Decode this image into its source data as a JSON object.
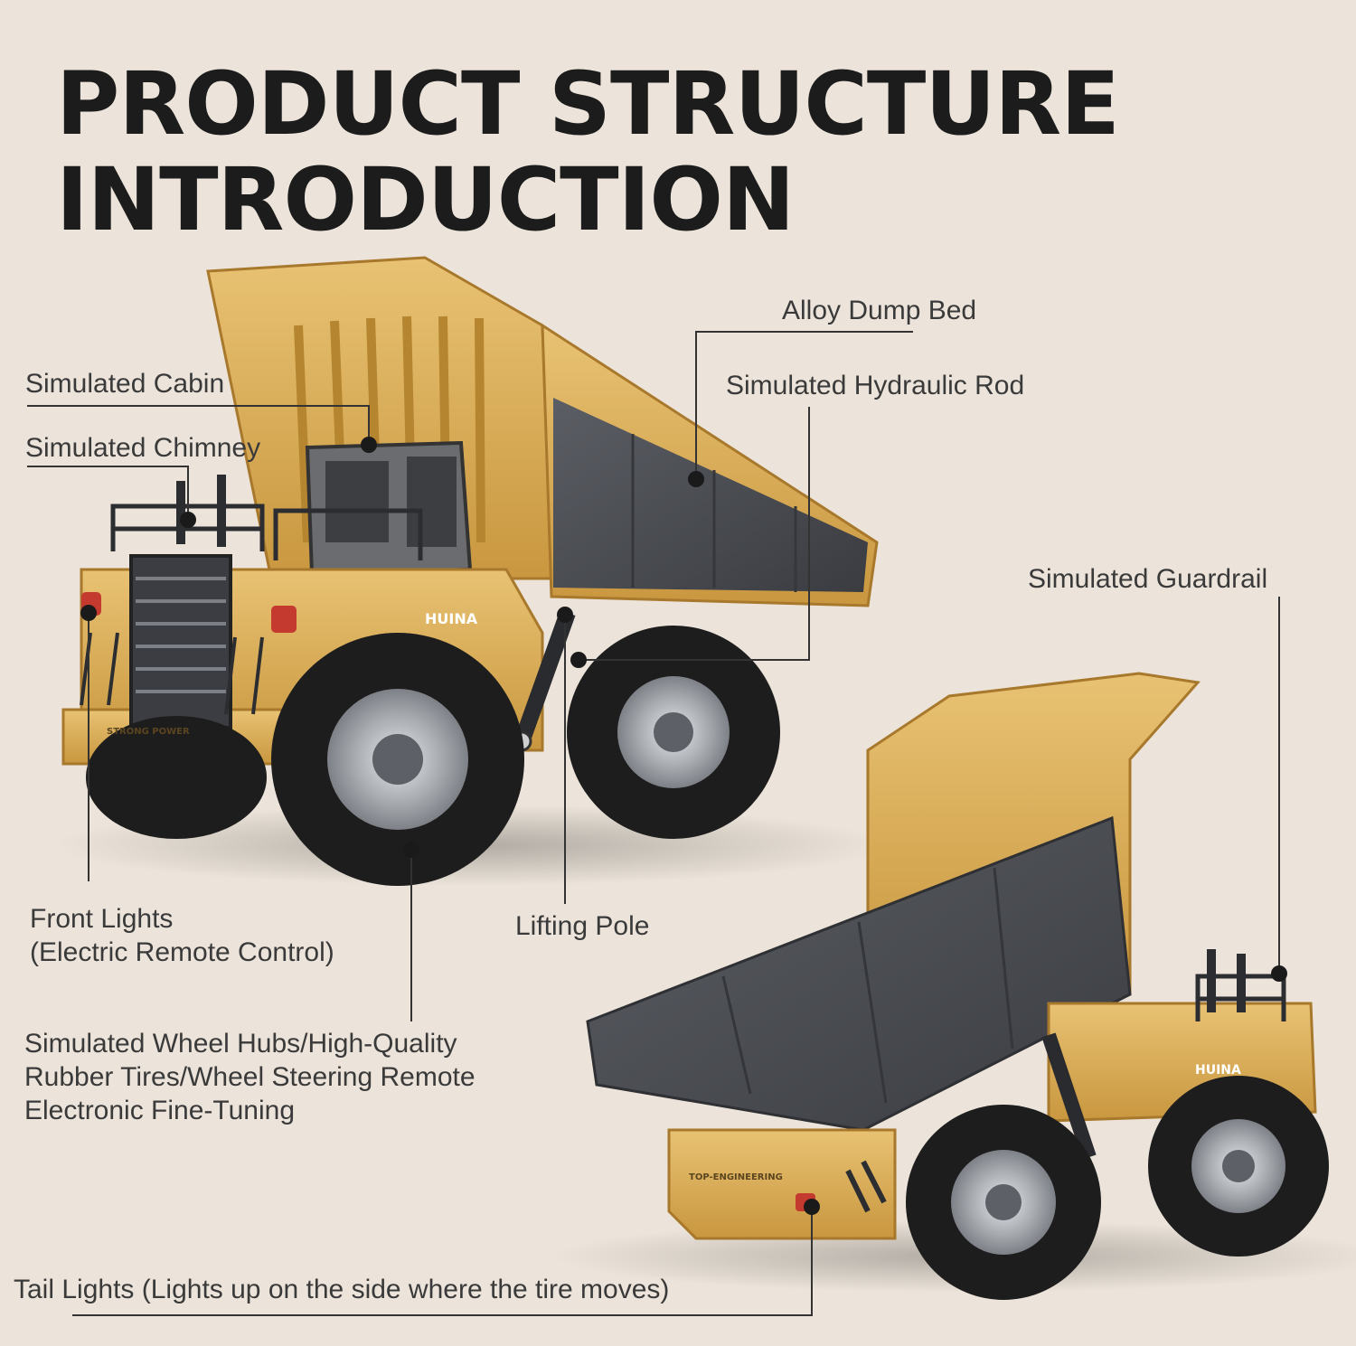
{
  "title": {
    "line1": "PRODUCT STRUCTURE",
    "line2": "INTRODUCTION"
  },
  "callouts": {
    "alloy_dump_bed": "Alloy Dump Bed",
    "simulated_cabin": "Simulated Cabin",
    "simulated_hydraulic_rod": "Simulated Hydraulic Rod",
    "simulated_chimney": "Simulated Chimney",
    "simulated_guardrail": "Simulated Guardrail",
    "front_lights": {
      "line1": "Front Lights",
      "line2": "(Electric Remote Control)"
    },
    "lifting_pole": "Lifting Pole",
    "wheel_hubs": {
      "line1": "Simulated Wheel Hubs/High-Quality",
      "line2": "Rubber Tires/Wheel Steering Remote",
      "line3": "Electronic Fine-Tuning"
    },
    "tail_lights": "Tail Lights (Lights up on the side where the tire moves)"
  },
  "truck_decals": {
    "brand_front": "HUINA",
    "bumper_front": "STRONG POWER",
    "brand_rear": "HUINA",
    "bumper_rear": "TOP-ENGINEERING"
  },
  "colors": {
    "background": "#ece4da",
    "truck_yellow": "#d9ad52",
    "dump_bed_gray": "#4a4c52",
    "tire_black": "#1d1d1d",
    "hub_silver": "#b9bcc0",
    "leader_line": "#333333"
  }
}
